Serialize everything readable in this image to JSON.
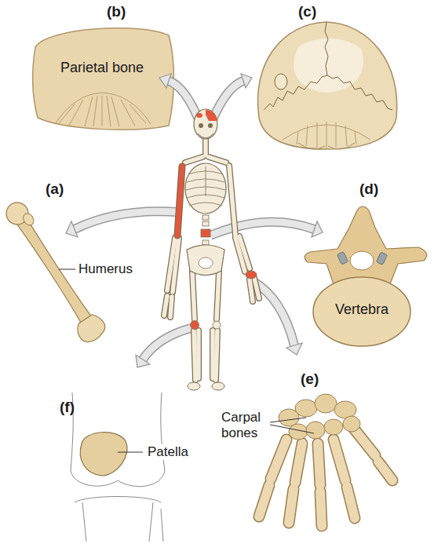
{
  "diagram": {
    "labels": [
      "(b)",
      "(c)",
      "Parietal bone",
      "(a)",
      "(d)",
      "Humerus",
      "Vertebra",
      "(e)",
      "Carpal bones",
      "(f)",
      "Patella"
    ]
  }
}
